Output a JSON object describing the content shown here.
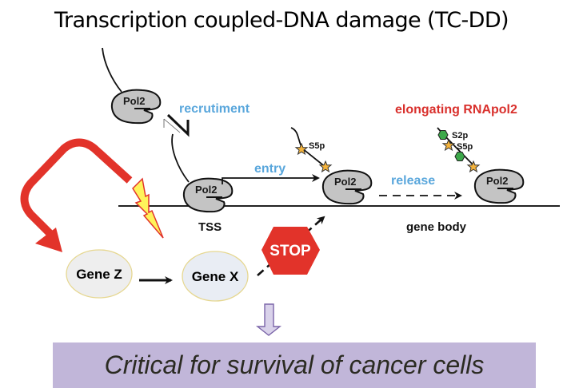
{
  "title": "Transcription coupled-DNA damage (TC-DD)",
  "labels": {
    "recruitment": "recrutiment",
    "entry": "entry",
    "release": "release",
    "elongating": "elongating RNApol2",
    "tss": "TSS",
    "gene_body": "gene body",
    "s5p": "S5p",
    "s2p": "S2p",
    "stop": "STOP"
  },
  "polymerases": [
    {
      "id": "recruited",
      "label": "Pol2"
    },
    {
      "id": "tss",
      "label": "Pol2"
    },
    {
      "id": "entry",
      "label": "Pol2"
    },
    {
      "id": "elongating",
      "label": "Pol2"
    }
  ],
  "genes": [
    {
      "id": "gene-z",
      "label": "Gene Z"
    },
    {
      "id": "gene-x",
      "label": "Gene X"
    }
  ],
  "conclusion": "Critical for survival of cancer cells",
  "colors": {
    "blue_label": "#5aa7dc",
    "red_label": "#d9302c",
    "pol_fill": "#c4c4c4",
    "stop_red": "#e2332a",
    "bolt_yellow": "#fff35a",
    "star_orange": "#f4b33c",
    "hex_green": "#3ca84a",
    "banner_purple": "#c1b6d9",
    "gene_fill": "#eceff4"
  }
}
